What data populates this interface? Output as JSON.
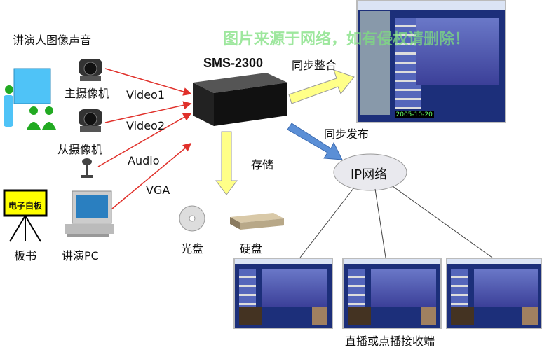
{
  "labels": {
    "speaker_av": "讲演人图像声音",
    "main_camera": "主摄像机",
    "sub_camera": "从摄像机",
    "whiteboard": "电子白板",
    "blackboard": "板书",
    "speaker_pc": "讲演PC",
    "video1": "Video1",
    "video2": "Video2",
    "audio": "Audio",
    "vga": "VGA",
    "device": "SMS-2300",
    "sync_merge": "同步整合",
    "sync_publish": "同步发布",
    "storage": "存储",
    "disc": "光盘",
    "hdd": "硬盘",
    "network": "IP网络",
    "receivers": "直播或点播接收端",
    "screen_date": "2005-10-20"
  },
  "watermark": "图片来源于网络，如有侵权请删除！",
  "colors": {
    "red_arrow": "#e0302a",
    "yellow_arrow": "#ffff88",
    "blue_arrow": "#5b8fd6",
    "green_people": "#22aa22",
    "board": "#4fc3f7"
  }
}
